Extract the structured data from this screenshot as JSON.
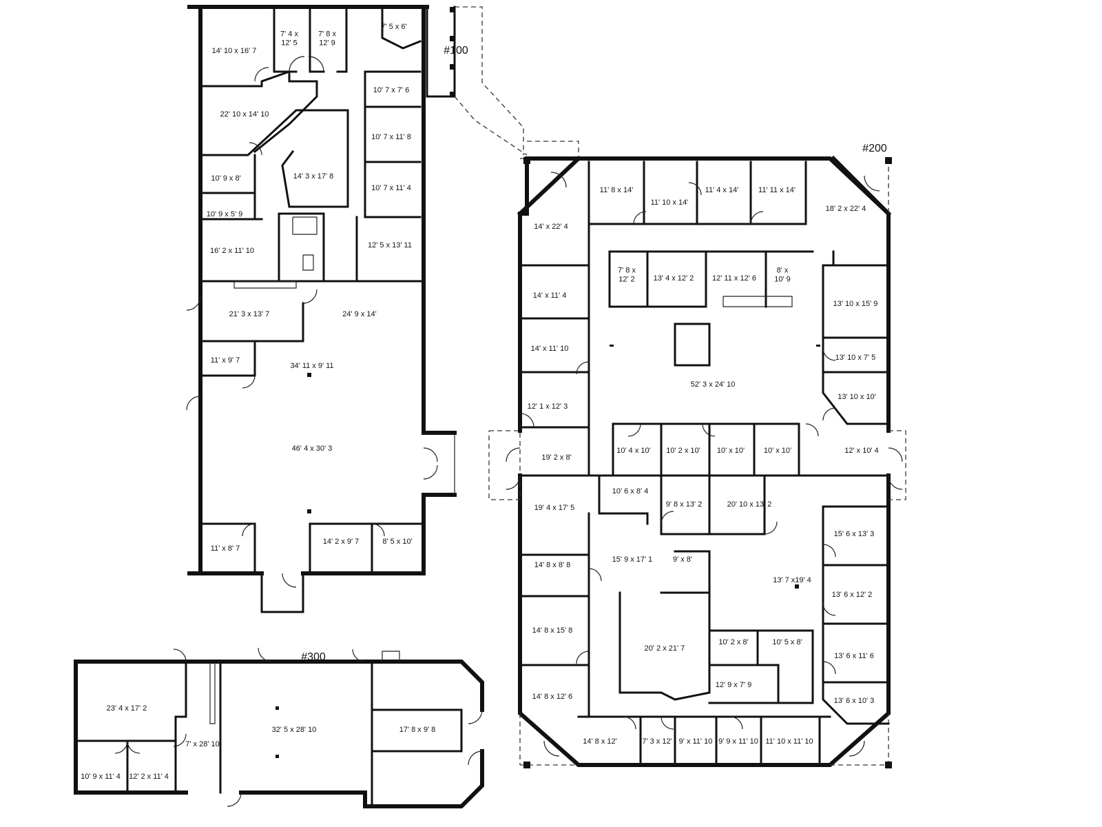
{
  "units": [
    {
      "id": "u100",
      "label": "#100"
    },
    {
      "id": "u200",
      "label": "#200"
    },
    {
      "id": "u300",
      "label": "#300"
    }
  ],
  "rooms": [
    {
      "id": "r100a",
      "unit": "#100",
      "lines": [
        "14' 10 x 16' 7"
      ]
    },
    {
      "id": "r100b",
      "unit": "#100",
      "lines": [
        "7' 4 x",
        "12' 5"
      ]
    },
    {
      "id": "r100c",
      "unit": "#100",
      "lines": [
        "7' 8 x",
        "12' 9"
      ]
    },
    {
      "id": "r100d",
      "unit": "#100",
      "lines": [
        "7' 5 x 6'"
      ]
    },
    {
      "id": "r100e",
      "unit": "#100",
      "lines": [
        "10' 7 x 7' 6"
      ]
    },
    {
      "id": "r100f",
      "unit": "#100",
      "lines": [
        "22' 10 x 14' 10"
      ]
    },
    {
      "id": "r100g",
      "unit": "#100",
      "lines": [
        "10' 7 x 11' 8"
      ]
    },
    {
      "id": "r100h",
      "unit": "#100",
      "lines": [
        "10' 9 x 8'"
      ]
    },
    {
      "id": "r100i",
      "unit": "#100",
      "lines": [
        "14' 3 x 17' 8"
      ]
    },
    {
      "id": "r100j",
      "unit": "#100",
      "lines": [
        "10' 7 x 11' 4"
      ]
    },
    {
      "id": "r100k",
      "unit": "#100",
      "lines": [
        "10' 9 x 5' 9"
      ]
    },
    {
      "id": "r100l",
      "unit": "#100",
      "lines": [
        "16' 2 x 11' 10"
      ]
    },
    {
      "id": "r100m",
      "unit": "#100",
      "lines": [
        "12' 5 x 13' 11"
      ]
    },
    {
      "id": "r100n",
      "unit": "#100",
      "lines": [
        "21' 3 x 13' 7"
      ]
    },
    {
      "id": "r100o",
      "unit": "#100",
      "lines": [
        "24' 9 x 14'"
      ]
    },
    {
      "id": "r100p",
      "unit": "#100",
      "lines": [
        "11' x 9' 7"
      ]
    },
    {
      "id": "r100q",
      "unit": "#100",
      "lines": [
        "34' 11 x 9' 11"
      ]
    },
    {
      "id": "r100r",
      "unit": "#100",
      "lines": [
        "46' 4 x 30' 3"
      ]
    },
    {
      "id": "r100s",
      "unit": "#100",
      "lines": [
        "11' x 8' 7"
      ]
    },
    {
      "id": "r100t",
      "unit": "#100",
      "lines": [
        "14' 2 x 9' 7"
      ]
    },
    {
      "id": "r100u",
      "unit": "#100",
      "lines": [
        "8' 5 x 10'"
      ]
    },
    {
      "id": "r200a",
      "unit": "#200",
      "lines": [
        "11' 8 x 14'"
      ]
    },
    {
      "id": "r200b",
      "unit": "#200",
      "lines": [
        "11' 10 x 14'"
      ]
    },
    {
      "id": "r200c",
      "unit": "#200",
      "lines": [
        "11' 4 x 14'"
      ]
    },
    {
      "id": "r200d",
      "unit": "#200",
      "lines": [
        "11' 11 x 14'"
      ]
    },
    {
      "id": "r200e",
      "unit": "#200",
      "lines": [
        "18' 2 x 22' 4"
      ]
    },
    {
      "id": "r200f",
      "unit": "#200",
      "lines": [
        "14' x 22' 4"
      ]
    },
    {
      "id": "r200g",
      "unit": "#200",
      "lines": [
        "7' 8 x",
        "12' 2"
      ]
    },
    {
      "id": "r200h",
      "unit": "#200",
      "lines": [
        "13' 4 x 12' 2"
      ]
    },
    {
      "id": "r200i",
      "unit": "#200",
      "lines": [
        "12' 11 x 12' 6"
      ]
    },
    {
      "id": "r200j",
      "unit": "#200",
      "lines": [
        "8' x",
        "10' 9"
      ]
    },
    {
      "id": "r200k",
      "unit": "#200",
      "lines": [
        "14' x 11' 4"
      ]
    },
    {
      "id": "r200l",
      "unit": "#200",
      "lines": [
        "13' 10 x 15' 9"
      ]
    },
    {
      "id": "r200m",
      "unit": "#200",
      "lines": [
        "14' x 11' 10"
      ]
    },
    {
      "id": "r200n",
      "unit": "#200",
      "lines": [
        "13' 10 x 7' 5"
      ]
    },
    {
      "id": "r200o",
      "unit": "#200",
      "lines": [
        "52' 3 x 24' 10"
      ]
    },
    {
      "id": "r200p",
      "unit": "#200",
      "lines": [
        "12' 1 x 12' 3"
      ]
    },
    {
      "id": "r200q",
      "unit": "#200",
      "lines": [
        "13' 10 x 10'"
      ]
    },
    {
      "id": "r200r",
      "unit": "#200",
      "lines": [
        "19' 2 x 8'"
      ]
    },
    {
      "id": "r200s",
      "unit": "#200",
      "lines": [
        "10' 4 x 10'"
      ]
    },
    {
      "id": "r200t",
      "unit": "#200",
      "lines": [
        "10' 2 x 10'"
      ]
    },
    {
      "id": "r200u",
      "unit": "#200",
      "lines": [
        "10' x 10'"
      ]
    },
    {
      "id": "r200v",
      "unit": "#200",
      "lines": [
        "10' x 10'"
      ]
    },
    {
      "id": "r200w",
      "unit": "#200",
      "lines": [
        "12' x 10' 4"
      ]
    },
    {
      "id": "r200x",
      "unit": "#200",
      "lines": [
        "10' 6 x 8' 4"
      ]
    },
    {
      "id": "r200y",
      "unit": "#200",
      "lines": [
        "9' 8 x 13' 2"
      ]
    },
    {
      "id": "r200z",
      "unit": "#200",
      "lines": [
        "20' 10 x 13' 2"
      ]
    },
    {
      "id": "r200aa",
      "unit": "#200",
      "lines": [
        "19' 4 x 17' 5"
      ]
    },
    {
      "id": "r200ab",
      "unit": "#200",
      "lines": [
        "15' 6 x 13' 3"
      ]
    },
    {
      "id": "r200ac",
      "unit": "#200",
      "lines": [
        "15' 9 x 17' 1"
      ]
    },
    {
      "id": "r200ad",
      "unit": "#200",
      "lines": [
        "14' 8 x 8' 8"
      ]
    },
    {
      "id": "r200ae",
      "unit": "#200",
      "lines": [
        "9' x 8'"
      ]
    },
    {
      "id": "r200af",
      "unit": "#200",
      "lines": [
        "13' 7 x19' 4"
      ]
    },
    {
      "id": "r200ag",
      "unit": "#200",
      "lines": [
        "13' 6  x 12' 2"
      ]
    },
    {
      "id": "r200ah",
      "unit": "#200",
      "lines": [
        "14' 8 x 15' 8"
      ]
    },
    {
      "id": "r200ai",
      "unit": "#200",
      "lines": [
        "10' 2 x 8'"
      ]
    },
    {
      "id": "r200aj",
      "unit": "#200",
      "lines": [
        "10' 5 x 8'"
      ]
    },
    {
      "id": "r200ak",
      "unit": "#200",
      "lines": [
        "20' 2 x 21' 7"
      ]
    },
    {
      "id": "r200al",
      "unit": "#200",
      "lines": [
        "13' 6 x 11' 6"
      ]
    },
    {
      "id": "r200am",
      "unit": "#200",
      "lines": [
        "12' 9 x 7' 9"
      ]
    },
    {
      "id": "r200an",
      "unit": "#200",
      "lines": [
        "14' 8 x 12' 6"
      ]
    },
    {
      "id": "r200ao",
      "unit": "#200",
      "lines": [
        "13' 6 x 10' 3"
      ]
    },
    {
      "id": "r200ap",
      "unit": "#200",
      "lines": [
        "14' 8 x 12'"
      ]
    },
    {
      "id": "r200aq",
      "unit": "#200",
      "lines": [
        "7' 3 x 12'"
      ]
    },
    {
      "id": "r200ar",
      "unit": "#200",
      "lines": [
        "9' x 11' 10"
      ]
    },
    {
      "id": "r200as",
      "unit": "#200",
      "lines": [
        "9' 9 x 11' 10"
      ]
    },
    {
      "id": "r200at",
      "unit": "#200",
      "lines": [
        "11' 10 x 11' 10"
      ]
    },
    {
      "id": "r300a",
      "unit": "#300",
      "lines": [
        "23' 4 x 17' 2"
      ]
    },
    {
      "id": "r300b",
      "unit": "#300",
      "lines": [
        "32' 5 x 28' 10"
      ]
    },
    {
      "id": "r300c",
      "unit": "#300",
      "lines": [
        "17' 8 x 9' 8"
      ]
    },
    {
      "id": "r300d",
      "unit": "#300",
      "lines": [
        "7' x 28' 10"
      ]
    },
    {
      "id": "r300e",
      "unit": "#300",
      "lines": [
        "10' 9 x 11' 4"
      ]
    },
    {
      "id": "r300f",
      "unit": "#300",
      "lines": [
        "12' 2 x 11' 4"
      ]
    }
  ]
}
